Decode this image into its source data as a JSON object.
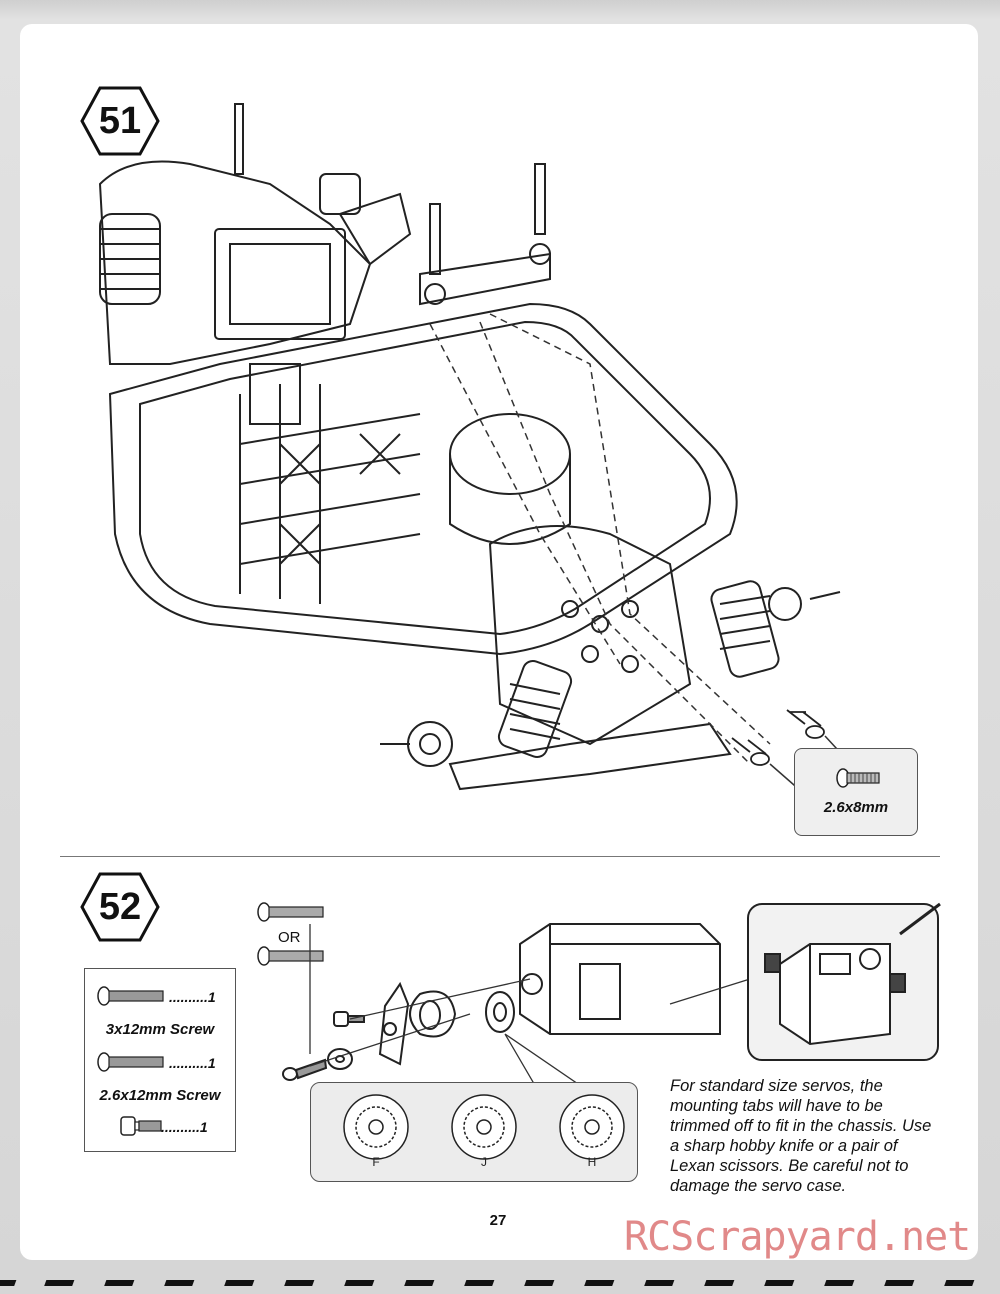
{
  "steps": {
    "step51": {
      "number": "51",
      "screw_callout": "2.6x8mm"
    },
    "step52": {
      "number": "52",
      "or_label": "OR",
      "parts": [
        {
          "qty": "..........1",
          "name": "3x12mm Screw"
        },
        {
          "qty": "..........1",
          "name": "2.6x12mm Screw"
        },
        {
          "qty": "..........1"
        }
      ],
      "spline_letters": [
        "F",
        "J",
        "H"
      ],
      "note": "For standard size servos, the mounting tabs will have to be trimmed off to fit in the chassis. Use a sharp hobby knife or a pair of Lexan scissors. Be careful not to damage the servo case."
    }
  },
  "page_number": "27",
  "watermark": "RCScrapyard.net"
}
